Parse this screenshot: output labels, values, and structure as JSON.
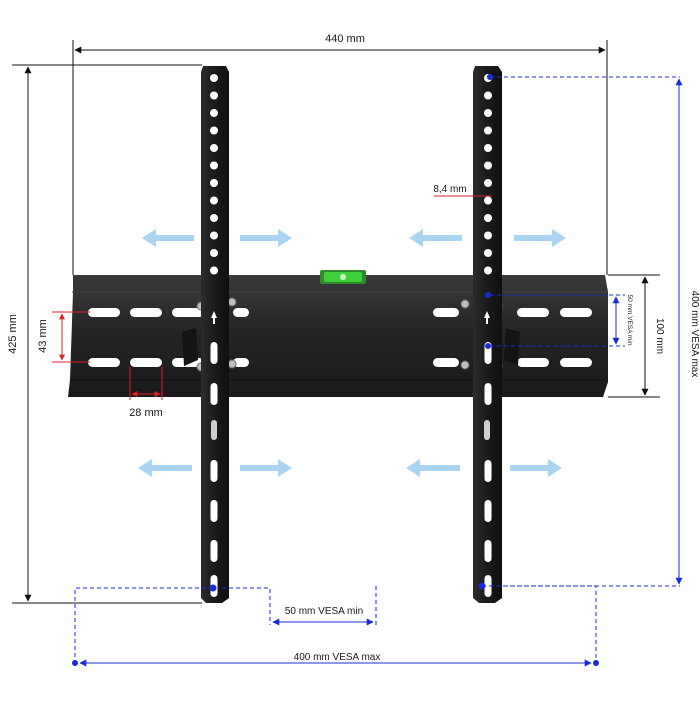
{
  "dimensions": {
    "width_total": "440 mm",
    "height_total": "425 mm",
    "vesa_max_vertical": "400 mm VESA max",
    "vesa_max_horizontal": "400 mm VESA max",
    "vesa_min_horizontal": "50 mm VESA min",
    "vesa_min_vertical": "50 mm VESA min",
    "plate_height": "100 mm",
    "slot_spacing": "43 mm",
    "slot_length": "28 mm",
    "hole_diameter": "8,4 mm"
  },
  "colors": {
    "metal": "#1c1c1e",
    "plate": "#2a2a2c",
    "dim_line": "#111111",
    "vesa_blue": "#1a2bd8",
    "accent_red": "#e0202a",
    "arrow_blue": "#a9d4f2",
    "level_green": "#3fcf3a"
  }
}
